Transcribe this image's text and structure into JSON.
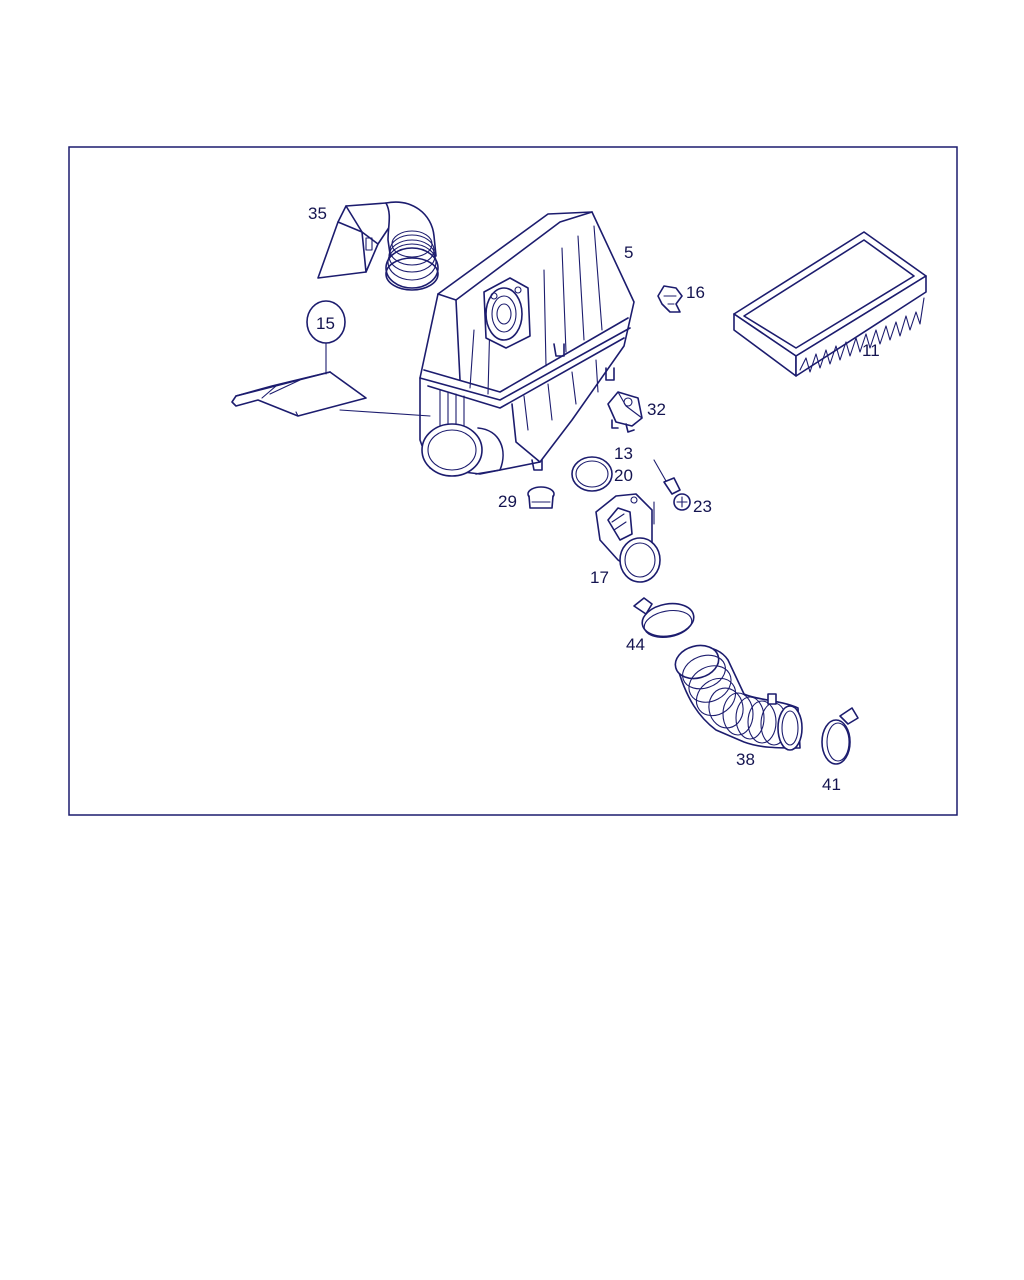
{
  "labels": {
    "p35": "35",
    "p5": "5",
    "p16": "16",
    "p11": "11",
    "p15": "15",
    "p32": "32",
    "p13": "13",
    "p20": "20",
    "p29": "29",
    "p23": "23",
    "p17": "17",
    "p44": "44",
    "p38": "38",
    "p41": "41"
  },
  "colors": {
    "line": "#1c1c6e",
    "background": "#ffffff"
  }
}
